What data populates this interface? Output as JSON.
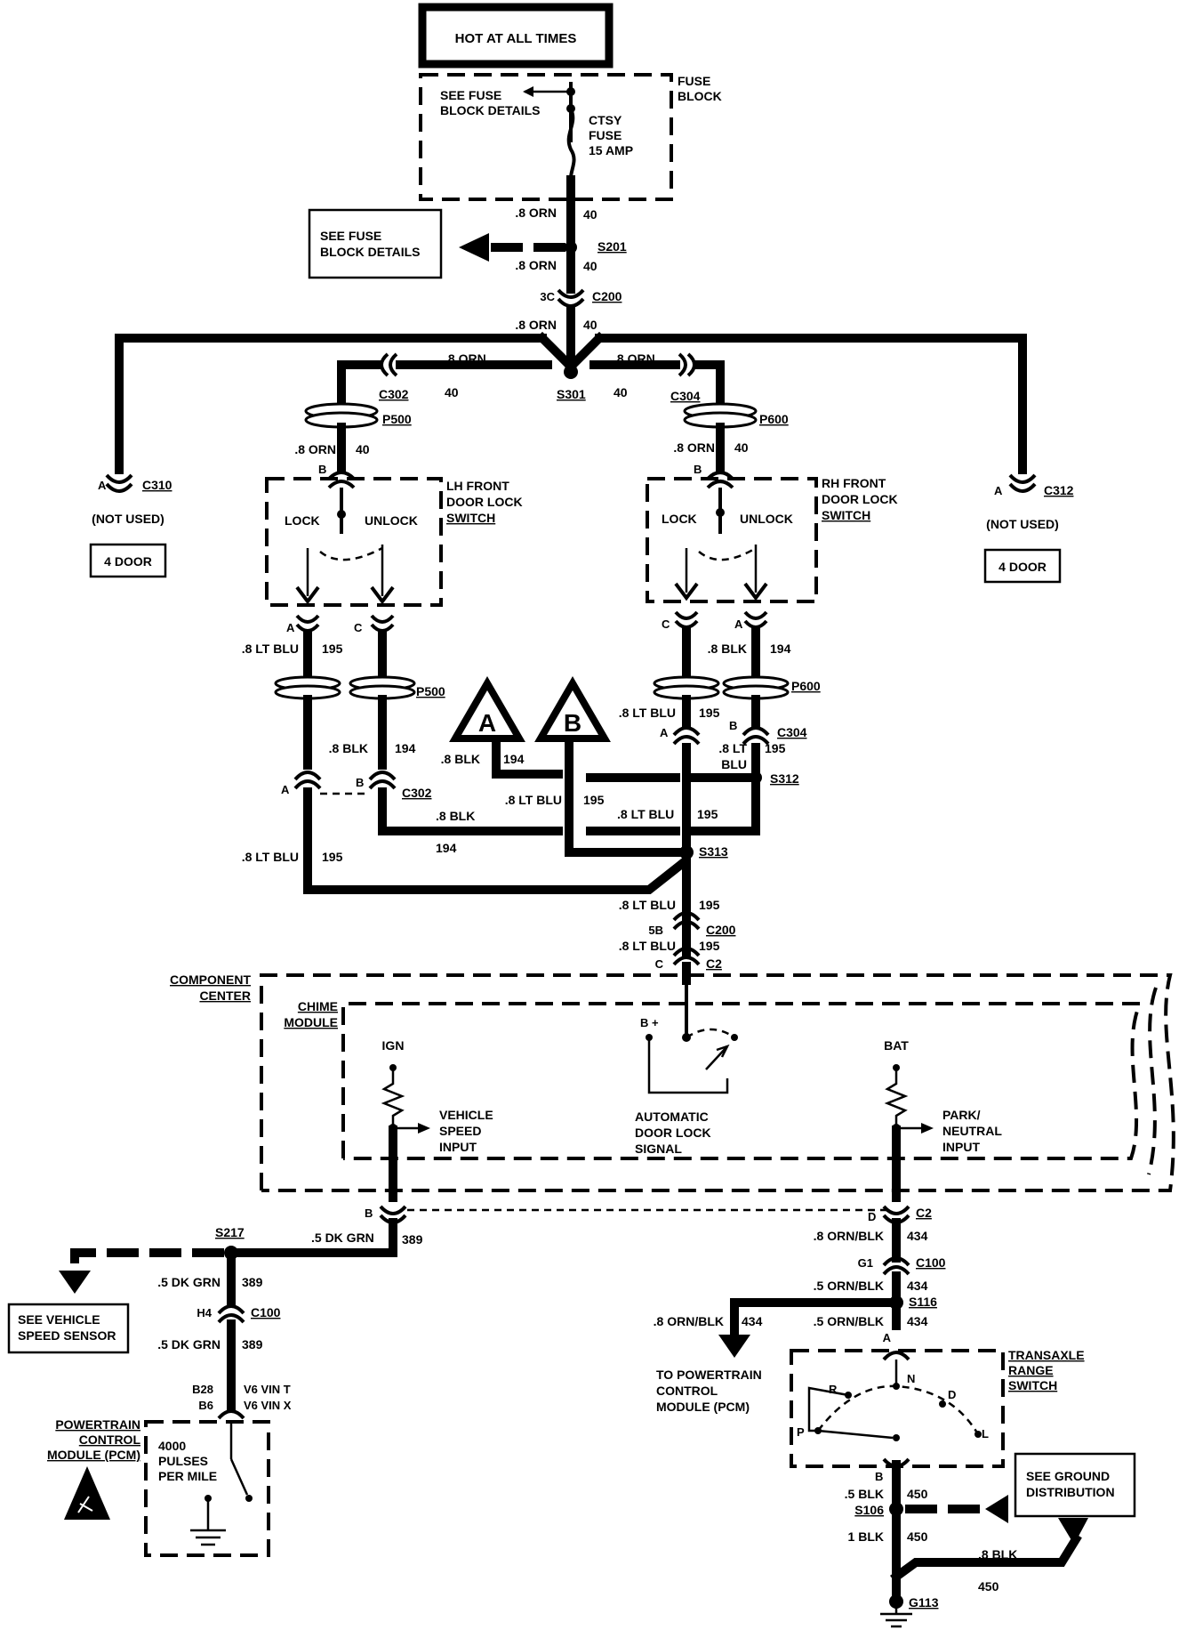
{
  "diagram": {
    "hot_at_all_times": "HOT AT ALL TIMES",
    "fuse_block": {
      "label_1": "FUSE",
      "label_2": "BLOCK",
      "see_1": "SEE FUSE",
      "see_2": "BLOCK DETAILS",
      "fuse_1": "CTSY",
      "fuse_2": "FUSE",
      "fuse_3": "15 AMP"
    },
    "see_fuse_box": {
      "line_1": "SEE FUSE",
      "line_2": "BLOCK DETAILS"
    },
    "main_feed": {
      "wire_1": ".8 ORN",
      "num_1": "40",
      "splice_s201": "S201",
      "wire_2": ".8 ORN",
      "num_2": "40",
      "pin_3c": "3C",
      "conn_c200": "C200",
      "wire_3": ".8 ORN",
      "num_3": "40",
      "splice_s301": "S301"
    },
    "left_branch": {
      "wire": ".8 ORN",
      "num": "40",
      "conn_c302": "C302",
      "conn_p500": "P500",
      "wire_b": ".8 ORN",
      "num_b": "40",
      "pin_b": "B",
      "pin_a": "A",
      "conn_c310": "C310",
      "not_used": "(NOT USED)",
      "four_door": "4 DOOR"
    },
    "right_branch": {
      "wire": ".8 ORN",
      "num": "40",
      "conn_c304": "C304",
      "conn_p600": "P600",
      "wire_b": ".8 ORN",
      "num_b": "40",
      "pin_b": "B",
      "pin_a": "A",
      "conn_c312": "C312",
      "not_used": "(NOT USED)",
      "four_door": "4 DOOR"
    },
    "lh_switch": {
      "title_1": "LH FRONT",
      "title_2": "DOOR LOCK",
      "title_3": "SWITCH",
      "lock": "LOCK",
      "unlock": "UNLOCK",
      "pin_a": "A",
      "pin_c": "C"
    },
    "rh_switch": {
      "title_1": "RH FRONT",
      "title_2": "DOOR LOCK",
      "title_3": "SWITCH",
      "lock": "LOCK",
      "unlock": "UNLOCK",
      "pin_c": "C",
      "pin_a": "A"
    },
    "middle": {
      "lh_wire_a": ".8 LT BLU",
      "lh_num_a": "195",
      "lh_p500": "P500",
      "lh_wire_c": ".8 BLK",
      "lh_num_c": "194",
      "lh_pin_a": "A",
      "lh_pin_b": "B",
      "lh_c302": "C302",
      "rh_wire_a": ".8 BLK",
      "rh_num_a": "194",
      "rh_p600": "P600",
      "rh_wire_c": ".8 LT BLU",
      "rh_num_c": "195",
      "rh_pin_a": "A",
      "rh_pin_b": "B",
      "rh_c304": "C304",
      "rh_wire_b_1": ".8 LT",
      "rh_wire_b_2": "BLU",
      "rh_num_b": "195",
      "s312": "S312",
      "marker_a": "A",
      "marker_b": "B",
      "a_wire": ".8 BLK",
      "a_num": "194",
      "b_wire": ".8 LT BLU",
      "b_num": "195",
      "lh_blk_wire": ".8 BLK",
      "lh_blk_num": "194",
      "rh_blu_wire": ".8 LT BLU",
      "rh_blu_num": "195",
      "lh_blu_wire": ".8 LT BLU",
      "lh_blu_num": "195",
      "s313": "S313"
    },
    "to_chime": {
      "wire_1": ".8 LT BLU",
      "num_1": "195",
      "pin_5b": "5B",
      "c200": "C200",
      "wire_2": ".8 LT BLU",
      "num_2": "195",
      "pin_c": "C",
      "c2": "C2"
    },
    "component_center": {
      "line_1": "COMPONENT",
      "line_2": "CENTER"
    },
    "chime_module": {
      "line_1": "CHIME",
      "line_2": "MODULE",
      "ign": "IGN",
      "bat": "BAT",
      "bplus": "B +",
      "vss_1": "VEHICLE",
      "vss_2": "SPEED",
      "vss_3": "INPUT",
      "adl_1": "AUTOMATIC",
      "adl_2": "DOOR LOCK",
      "adl_3": "SIGNAL",
      "pn_1": "PARK/",
      "pn_2": "NEUTRAL",
      "pn_3": "INPUT"
    },
    "vss_circuit": {
      "pin_b": "B",
      "wire": ".5 DK GRN",
      "num": "389",
      "s217": "S217",
      "see_1": "SEE VEHICLE",
      "see_2": "SPEED SENSOR",
      "wire_2": ".5 DK GRN",
      "num_2": "389",
      "pin_h4": "H4",
      "c100": "C100",
      "wire_3": ".5 DK GRN",
      "num_3": "389",
      "pin_b28": "B28",
      "pin_b6": "B6",
      "v6_t": "V6  VIN T",
      "v6_x": "V6  VIN X",
      "pcm_1": "POWERTRAIN",
      "pcm_2": "CONTROL",
      "pcm_3": "MODULE (PCM)",
      "pulses_1": "4000",
      "pulses_2": "PULSES",
      "pulses_3": "PER MILE"
    },
    "pn_circuit": {
      "pin_d": "D",
      "c2": "C2",
      "wire_1": ".8 ORN/BLK",
      "num_1": "434",
      "pin_g1": "G1",
      "c100": "C100",
      "wire_2": ".5 ORN/BLK",
      "num_2": "434",
      "s116": "S116",
      "wire_3": ".5 ORN/BLK",
      "num_3": "434",
      "pcm_wire": ".8 ORN/BLK",
      "pcm_num": "434",
      "pcm_1": "TO POWERTRAIN",
      "pcm_2": "CONTROL",
      "pcm_3": "MODULE (PCM)",
      "pin_a": "A",
      "trs_1": "TRANSAXLE",
      "trs_2": "RANGE",
      "trs_3": "SWITCH",
      "r": "R",
      "n": "N",
      "d": "D",
      "p": "P",
      "l": "L",
      "pin_b": "B",
      "wire_4": ".5 BLK",
      "num_4": "450",
      "s106": "S106",
      "ground_1": "SEE GROUND",
      "ground_2": "DISTRIBUTION",
      "wire_5": "1 BLK",
      "num_5": "450",
      "wire_6": ".8 BLK",
      "num_6": "450",
      "g113": "G113"
    }
  }
}
